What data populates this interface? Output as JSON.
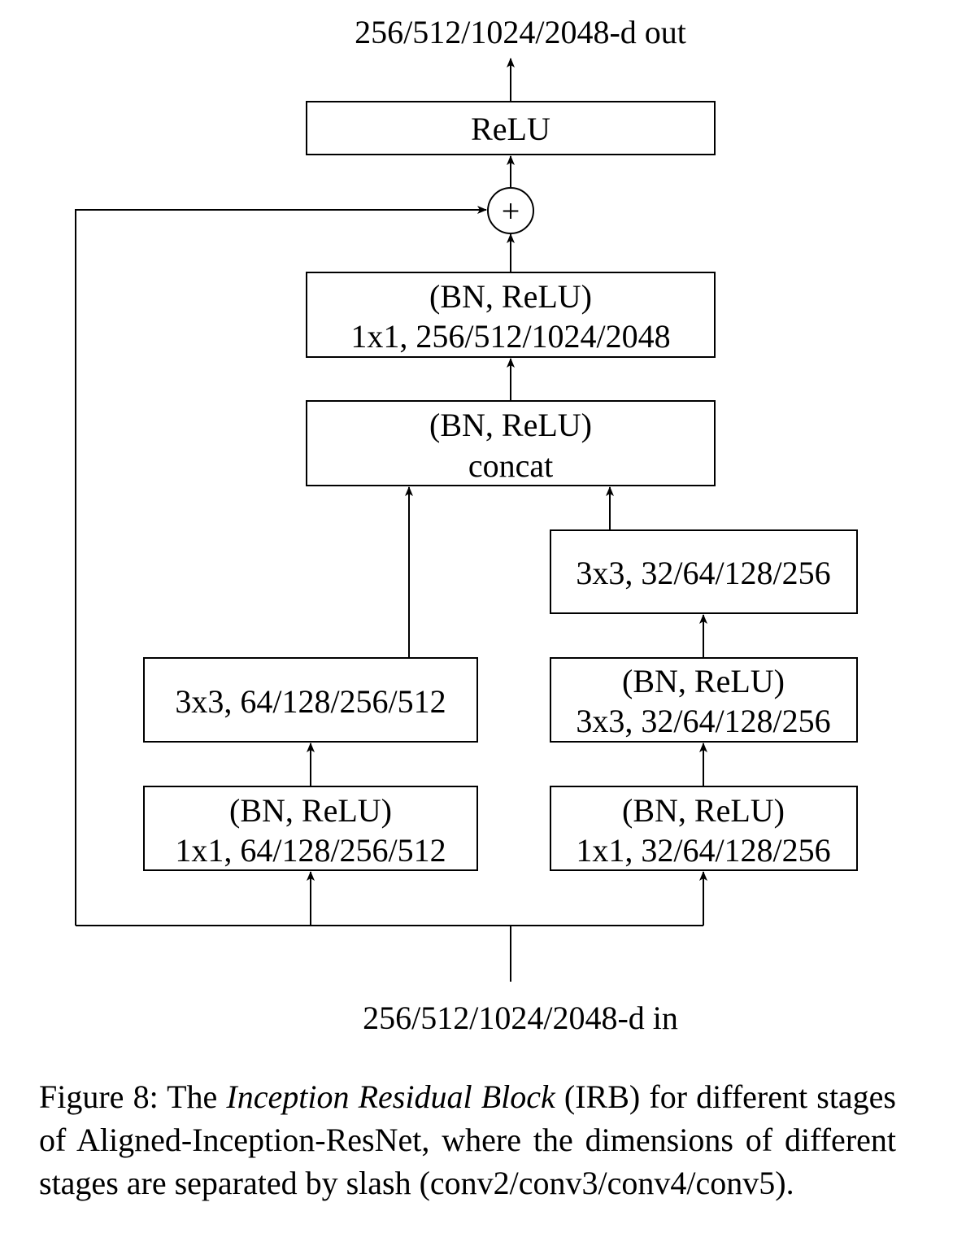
{
  "diagram": {
    "output_label": "256/512/1024/2048-d out",
    "input_label": "256/512/1024/2048-d in",
    "sum_symbol": "+",
    "relu_box": "ReLU",
    "final_conv": {
      "line1": "(BN, ReLU)",
      "line2": "1x1, 256/512/1024/2048"
    },
    "concat_box": {
      "line1": "(BN, ReLU)",
      "line2": "concat"
    },
    "left_branch": {
      "top": "3x3, 64/128/256/512",
      "bottom": {
        "line1": "(BN, ReLU)",
        "line2": "1x1, 64/128/256/512"
      }
    },
    "right_branch": {
      "top": "3x3, 32/64/128/256",
      "middle": {
        "line1": "(BN, ReLU)",
        "line2": "3x3, 32/64/128/256"
      },
      "bottom": {
        "line1": "(BN, ReLU)",
        "line2": "1x1, 32/64/128/256"
      }
    }
  },
  "caption": {
    "prefix": "Figure 8:  The ",
    "title": "Inception Residual Block",
    "rest": " (IRB) for different stages of Aligned-Inception-ResNet, where the dimensions of different stages are separated by slash (conv2/conv3/conv4/conv5)."
  }
}
